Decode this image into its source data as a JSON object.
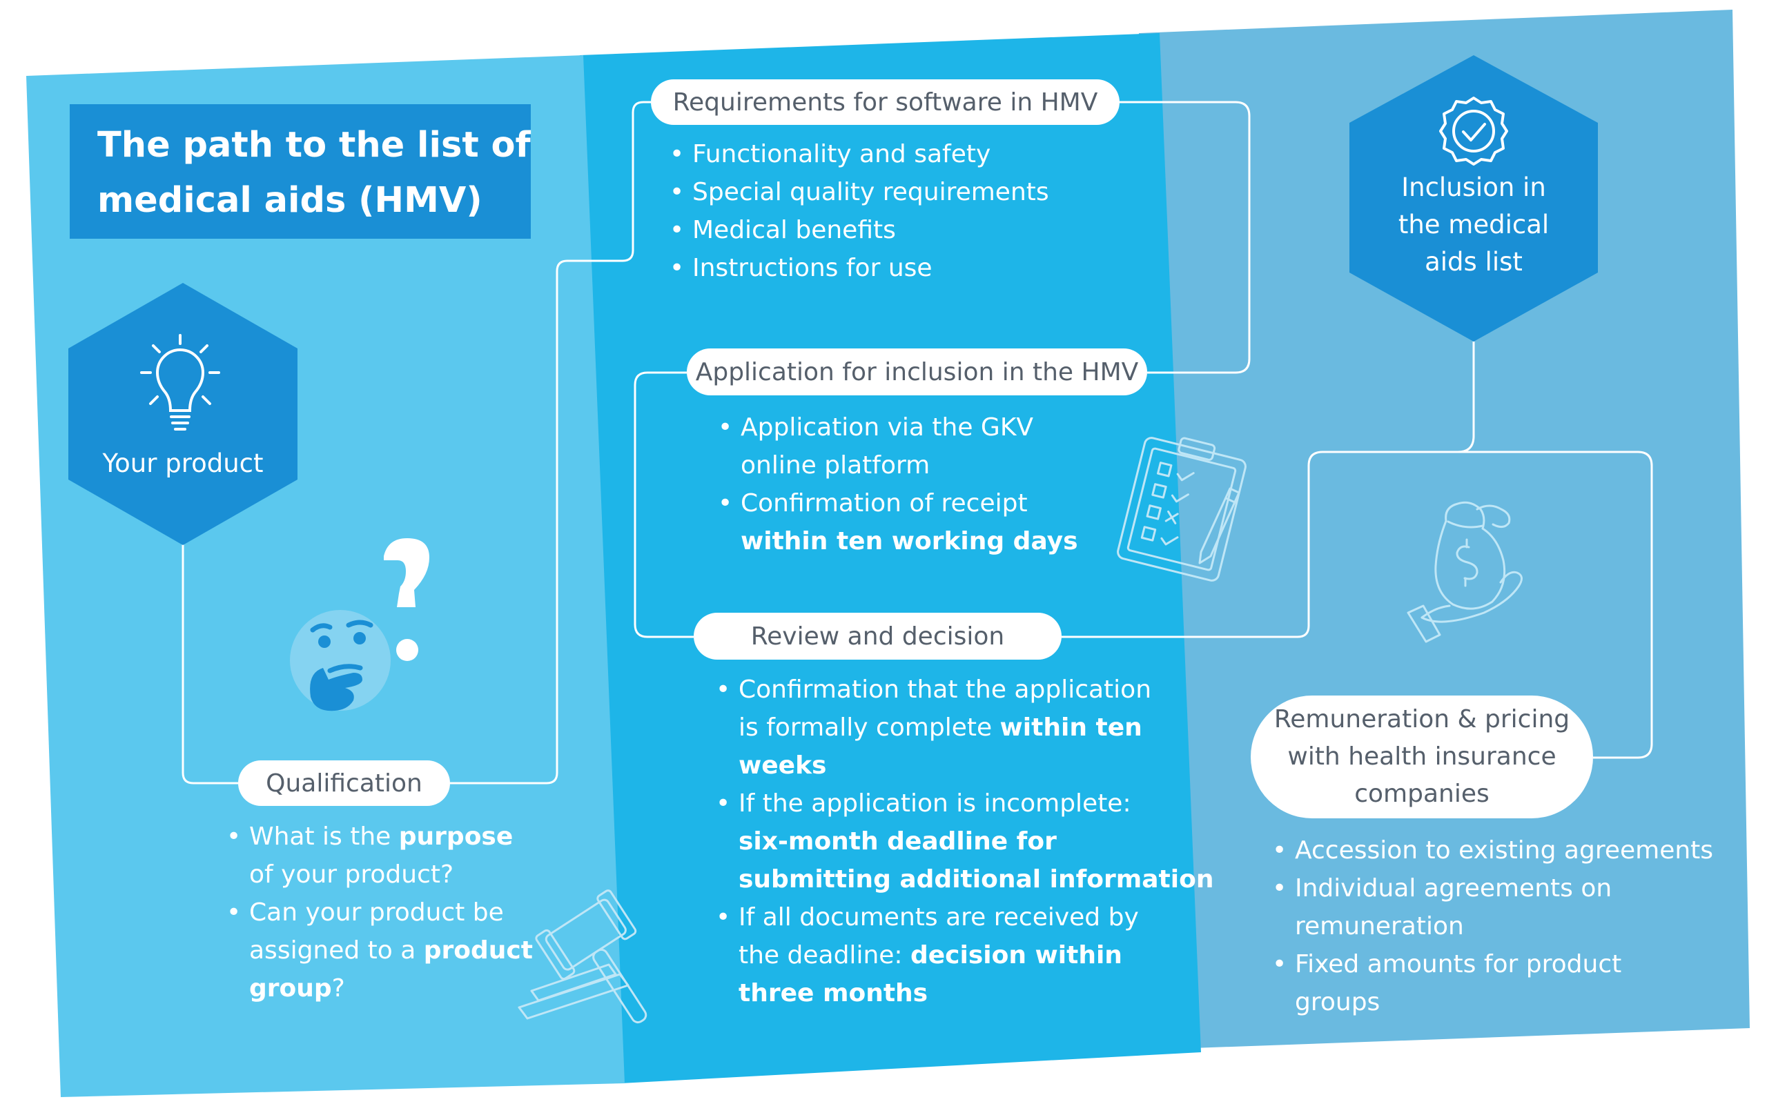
{
  "title": {
    "line1": "The path to the list of",
    "line2": "medical aids (HMV)"
  },
  "your_product": {
    "label": "Your product",
    "icon": "lightbulb-icon"
  },
  "inclusion": {
    "line1": "Inclusion in",
    "line2": "the medical",
    "line3": "aids list",
    "icon": "verified-badge-icon"
  },
  "qualification": {
    "label": "Qualification",
    "b1": {
      "a": "What is the ",
      "b": "purpose",
      "l2": "of your product?"
    },
    "b2": {
      "l1": "Can your product be",
      "a": "assigned to a ",
      "b": "product",
      "c": "group",
      "d": "?"
    }
  },
  "requirements": {
    "label": "Requirements for software in HMV",
    "items": [
      "Functionality and safety",
      "Special quality requirements",
      "Medical benefits",
      "Instructions for use"
    ]
  },
  "application": {
    "label": "Application for inclusion in the HMV",
    "b1": {
      "l1": "Application via the GKV",
      "l2": "online platform"
    },
    "b2": {
      "l1": "Confirmation of receipt",
      "l2": "within ten working days"
    }
  },
  "review": {
    "label": "Review and decision",
    "b1": {
      "l1": "Confirmation that the application",
      "l2a": "is formally complete ",
      "l2b": "within ten",
      "l3": "weeks"
    },
    "b2": {
      "l1": "If the application is incomplete:",
      "l2": "six-month deadline for",
      "l3": "submitting additional information"
    },
    "b3": {
      "l1": "If all documents are received by",
      "l2a": "the deadline: ",
      "l2b": "decision within",
      "l3": "three months"
    }
  },
  "remuneration": {
    "label": {
      "l1": "Remuneration & pricing",
      "l2": "with health insurance",
      "l3": "companies"
    },
    "b1": "Accession to existing agreements",
    "b2": {
      "l1": "Individual agreements on",
      "l2": "remuneration"
    },
    "b3": {
      "l1": "Fixed amounts for product",
      "l2": "groups"
    }
  },
  "colors": {
    "panel_left": "#5bc8ee",
    "panel_middle": "#1eb5e8",
    "panel_right": "#6abae0",
    "hex": "#1a8fd5",
    "title_bg": "#1a8fd5",
    "pill_text": "#555f6b",
    "text": "#ffffff"
  }
}
